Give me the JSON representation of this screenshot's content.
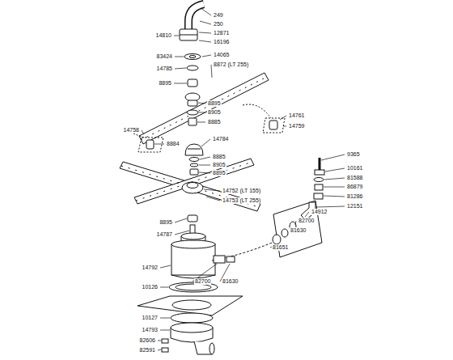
{
  "diagram": {
    "labels": [
      "249",
      "250",
      "12871",
      "16196",
      "14810",
      "83424",
      "14785",
      "14065",
      "8872 (LT 255)",
      "8895",
      "8895",
      "8905",
      "8885",
      "14758",
      "8884",
      "14761",
      "14759",
      "14784",
      "8885",
      "8905",
      "8895",
      "9365",
      "10161",
      "81588",
      "86879",
      "81286",
      "12151",
      "14752 (LT 155)",
      "14753 (LT 255)",
      "14912",
      "82700",
      "81630",
      "81651",
      "8895",
      "14787",
      "14792",
      "82700",
      "81630",
      "10126",
      "10127",
      "14793",
      "82606",
      "82591"
    ]
  }
}
